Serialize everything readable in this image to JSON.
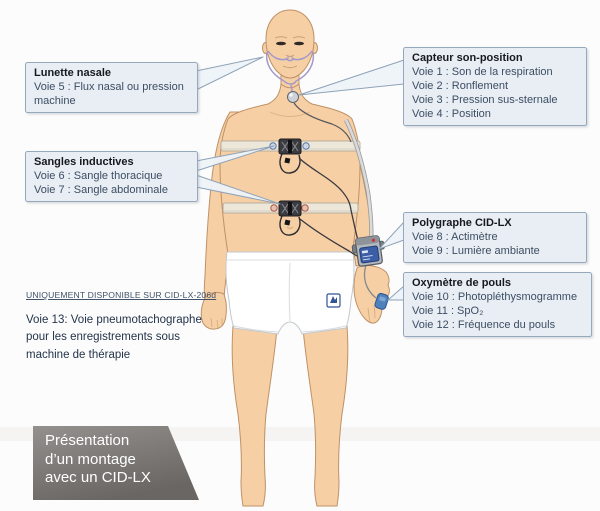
{
  "slide": {
    "background": "#fcfcfc"
  },
  "callouts": [
    {
      "id": "lunette-nasale",
      "title": "Lunette nasale",
      "lines": [
        "Voie 5 : Flux nasal ou pression machine"
      ]
    },
    {
      "id": "capteur-son-position",
      "title": "Capteur son-position",
      "lines": [
        "Voie 1 : Son de la respiration",
        "Voie 2 : Ronflement",
        "Voie 3 : Pression sus-sternale",
        "Voie 4 : Position"
      ]
    },
    {
      "id": "sangles-inductives",
      "title": "Sangles inductives",
      "lines": [
        "Voie 6 : Sangle thoracique",
        "Voie 7 : Sangle abdominale"
      ]
    },
    {
      "id": "polygraphe-cid-lx",
      "title": "Polygraphe CID-LX",
      "lines": [
        "Voie 8 : Actimètre",
        "Voie 9 : Lumière ambiante"
      ]
    },
    {
      "id": "oxymetre-de-pouls",
      "title": "Oxymètre de pouls",
      "lines": [
        "Voie 10 : Photopléthysmogramme",
        "Voie 11 : SpO₂",
        "Voie 12 : Fréquence du pouls"
      ]
    }
  ],
  "notes": {
    "restriction": "UNIQUEMENT DISPONIBLE SUR CID-LX-206d",
    "voie13_lines": [
      "Voie 13: Voie pneumotachographe",
      "pour les enregistrements sous",
      "machine de thérapie"
    ]
  },
  "banner": {
    "lines": [
      "Présentation",
      "d’un montage",
      "avec un CID-LX"
    ]
  },
  "colors": {
    "callout_fill": "#e9eef4",
    "callout_border": "#95a8bc",
    "banner_top": "#94908d",
    "banner_bottom": "#6a6663",
    "skin": "#f7cfa5",
    "strap": "#ece7d9",
    "cannula": "#a29ac8",
    "device_screen_blue": "#3b5ea7",
    "oximeter_blue": "#4f81bd",
    "thoracic_ring": "#5b79a6",
    "abdominal_ring": "#b05a42"
  }
}
